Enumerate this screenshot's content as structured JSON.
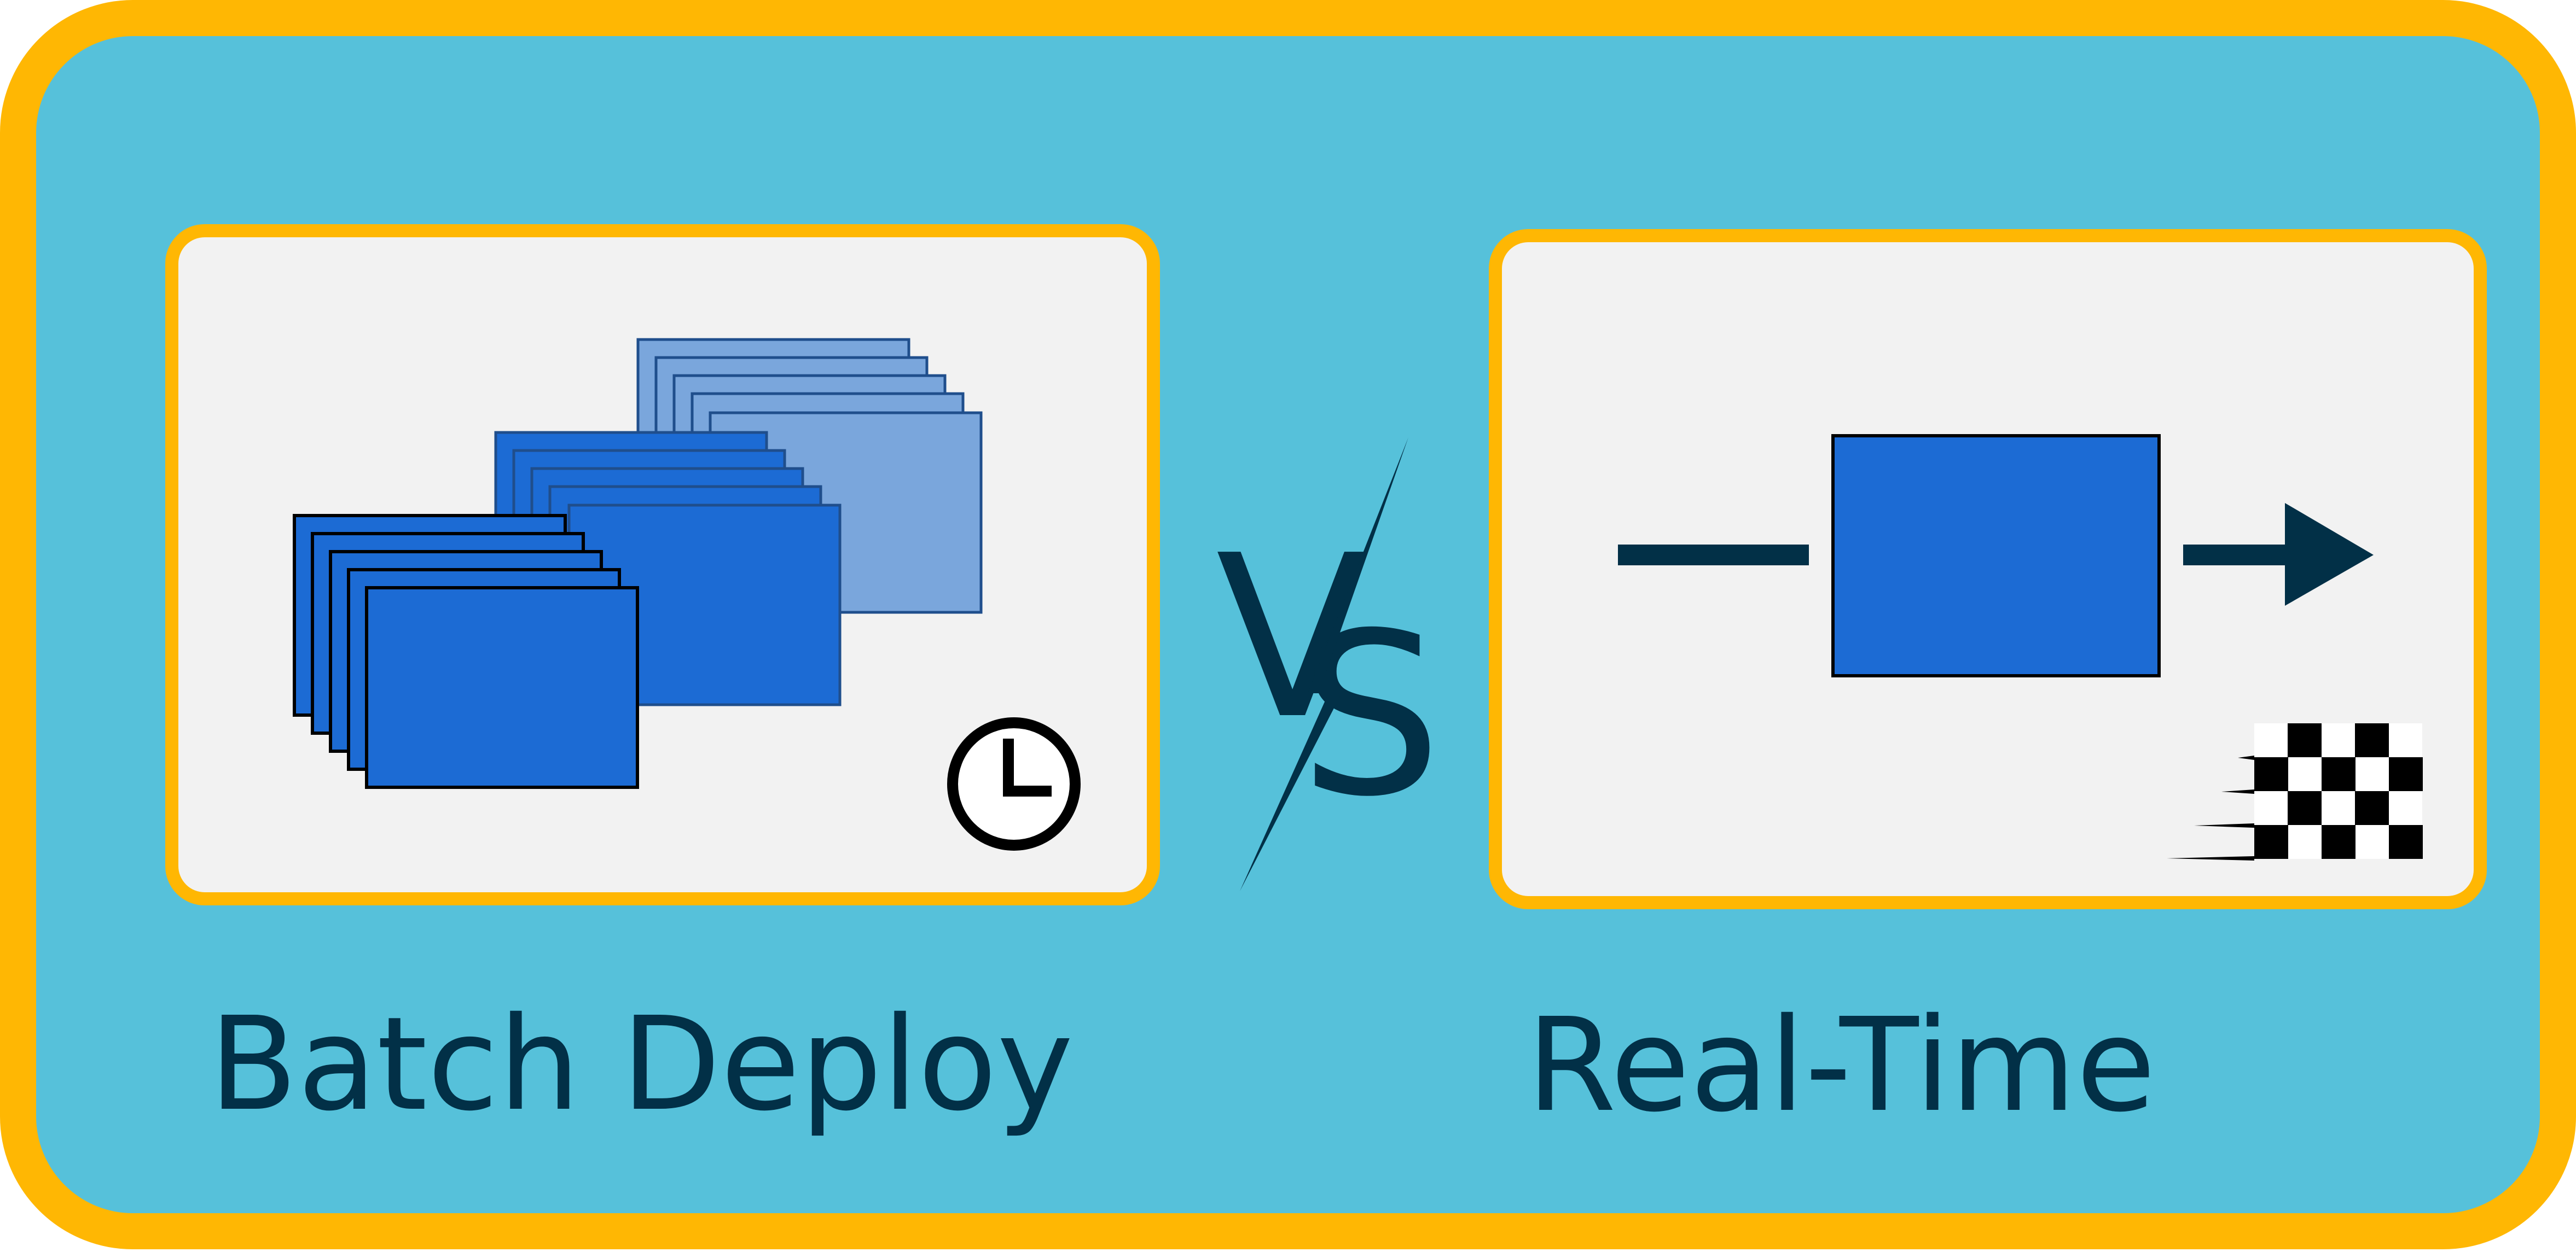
{
  "colors": {
    "frame_border": "#FFB703",
    "frame_fill": "#56C1DA",
    "panel_fill": "#F2F2F2",
    "panel_border": "#FFB703",
    "dark_navy": "#023047",
    "blue_dark": "#1C6BD4",
    "blue_light": "#7AA6DC"
  },
  "left": {
    "label": "Batch Deploy",
    "icon": "clock-icon"
  },
  "right": {
    "label": "Real-Time",
    "icon": "checkered-flag-icon"
  },
  "center": {
    "v": "V",
    "s": "S"
  }
}
